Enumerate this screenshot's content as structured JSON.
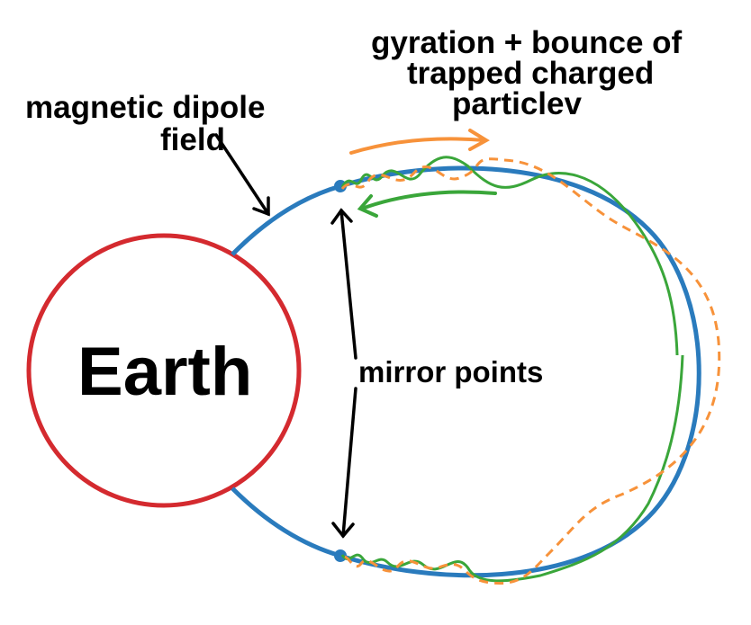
{
  "title_lines": [
    "gyration + bounce of",
    "trapped charged",
    "particlev"
  ],
  "field_label_lines": [
    "magnetic dipole",
    "field"
  ],
  "earth_label": "Earth",
  "mirror_label": "mirror points",
  "colors": {
    "earth": "#d42a2f",
    "field": "#2a7bbd",
    "green": "#3aa63a",
    "orange": "#f7923a",
    "arrow": "#000000"
  }
}
